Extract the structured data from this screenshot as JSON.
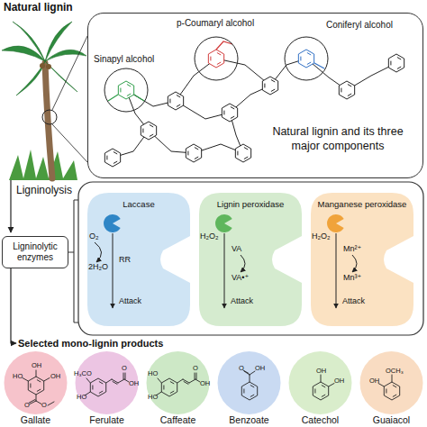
{
  "diagram": {
    "nodes": [
      {
        "text": [
          "Natural lignin and its three major components"
        ]
      },
      {
        "text": [
          "Ligninolytic enzymes"
        ]
      },
      {
        "text": [
          "Laccase",
          "O₂",
          "2H₂O",
          "RR",
          "Attack"
        ]
      },
      {
        "text": [
          "Lignin peroxidase",
          "H₂O₂",
          "VA",
          "VA•⁺",
          "Attack"
        ]
      },
      {
        "text": [
          "Manganese peroxidase",
          "H₂O₂",
          "Mn²⁺",
          "Mn³⁺",
          "Attack"
        ]
      },
      {
        "text": [
          "OH",
          "HO",
          "OH",
          "O",
          "O",
          "Gallate"
        ]
      },
      {
        "text": [
          "H₃CO",
          "HO",
          "O",
          "OH",
          "Ferulate"
        ]
      },
      {
        "text": [
          "HO",
          "HO",
          "O",
          "OH",
          "Caffeate"
        ]
      },
      {
        "text": [
          "O",
          "OH",
          "Benzoate"
        ]
      },
      {
        "text": [
          "OH",
          "OH",
          "Catechol"
        ]
      },
      {
        "text": [
          "OCH₃",
          "OH",
          "Guaiacol"
        ]
      }
    ],
    "labels": [
      "Natural lignin",
      "p-Coumaryl alcohol",
      "Coniferyl alcohol",
      "Sinapyl alcohol",
      "Ligninolysis",
      "Selected mono-lignin products"
    ]
  }
}
